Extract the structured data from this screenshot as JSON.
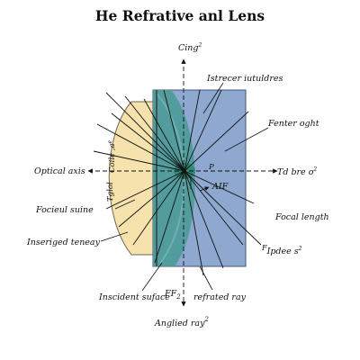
{
  "title": "He Refrative anl Lens",
  "labels": {
    "top_axis": "Cing",
    "top_axis_sup": "2",
    "istrecer": "Istrecer iutuldres",
    "fenter": "Fenter oght",
    "optical_axis": "Optical axis",
    "td_bre": "Td bre o",
    "td_bre_sup": "2",
    "coile": "Coile ,a",
    "coile_sup": "e",
    "tglol": "Tglol",
    "p_mark": "P",
    "aif": "AIF",
    "focieul": "Focieul suine",
    "focal_length": "Focal length",
    "inserged": "Inseriged teneay",
    "f_ipdee": "Ipdee s",
    "f_ipdee_prefix": "F",
    "f_ipdee_sup": "2",
    "incident": "Inscident suface",
    "ff2": "FF",
    "ff2_sub": "2",
    "refrated": "refrated ray",
    "anglied": "Anglied ray",
    "anglied_sup": "2"
  },
  "colors": {
    "lens_fill": "#f5e2ac",
    "lens_stroke": "#6f6754",
    "block_fill": "#8ea8cf",
    "block_stroke": "#3f5a80",
    "overlap_fill": "#4e9b9a",
    "ring_fill": "#6db0b0",
    "focus_fill": "#2f8a78",
    "ray": "#111111"
  },
  "icons": {
    "axis_arrows": "arrowhead-icon"
  }
}
